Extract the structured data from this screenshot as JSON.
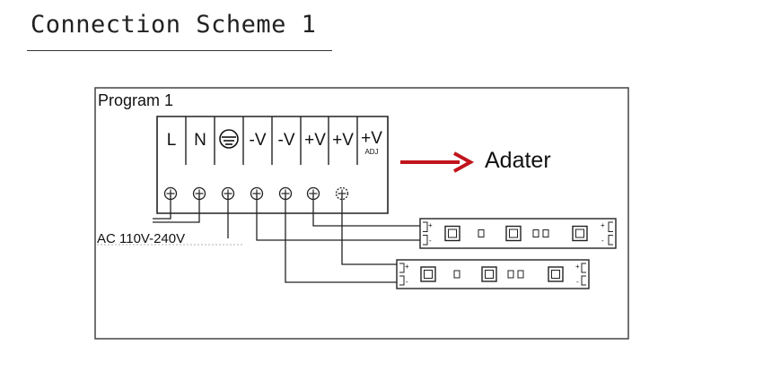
{
  "header": {
    "title": "Connection Scheme 1"
  },
  "diagram": {
    "panel_label": "Program 1",
    "terminals": [
      {
        "label": "L",
        "sub": ""
      },
      {
        "label": "N",
        "sub": ""
      },
      {
        "label": "",
        "sub": "",
        "icon": "ground-icon"
      },
      {
        "label": "-V",
        "sub": ""
      },
      {
        "label": "-V",
        "sub": ""
      },
      {
        "label": "+V",
        "sub": ""
      },
      {
        "label": "+V",
        "sub": ""
      },
      {
        "label": "+V",
        "sub": "ADJ"
      }
    ],
    "arrow_label": "Adater",
    "ac_label": "AC 110V-240V",
    "strip_polarity": {
      "plus": "+",
      "minus": "-"
    },
    "colors": {
      "arrow": "#c0141c",
      "line": "#222222"
    }
  }
}
